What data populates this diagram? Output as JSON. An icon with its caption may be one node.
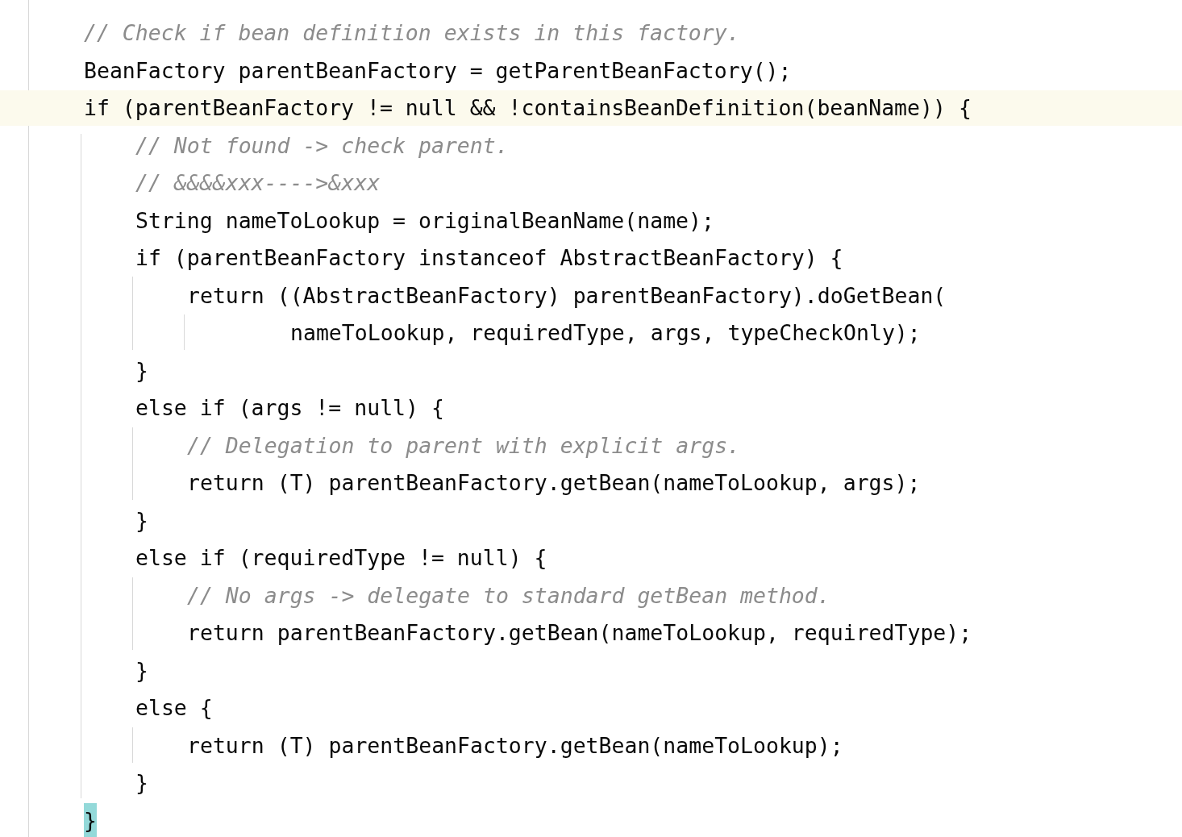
{
  "diagram": {
    "labels": [
      "// Check if bean definition exists in this factory.",
      "BeanFactory parentBeanFactory = getParentBeanFactory();",
      "if (parentBeanFactory != null && !containsBeanDefinition(beanName)) {",
      "// Not found -> check parent.",
      "// &&&&xxx---->&xxx",
      "String nameToLookup = originalBeanName(name);",
      "if (parentBeanFactory instanceof AbstractBeanFactory) {",
      "return ((AbstractBeanFactory) parentBeanFactory).doGetBean(",
      "nameToLookup, requiredType, args, typeCheckOnly);",
      "}",
      "else if (args != null) {",
      "// Delegation to parent with explicit args.",
      "return (T) parentBeanFactory.getBean(nameToLookup, args);",
      "}",
      "else if (requiredType != null) {",
      "// No args -> delegate to standard getBean method.",
      "return parentBeanFactory.getBean(nameToLookup, requiredType);",
      "}",
      "else {",
      "return (T) parentBeanFactory.getBean(nameToLookup);",
      "}",
      "}"
    ]
  }
}
